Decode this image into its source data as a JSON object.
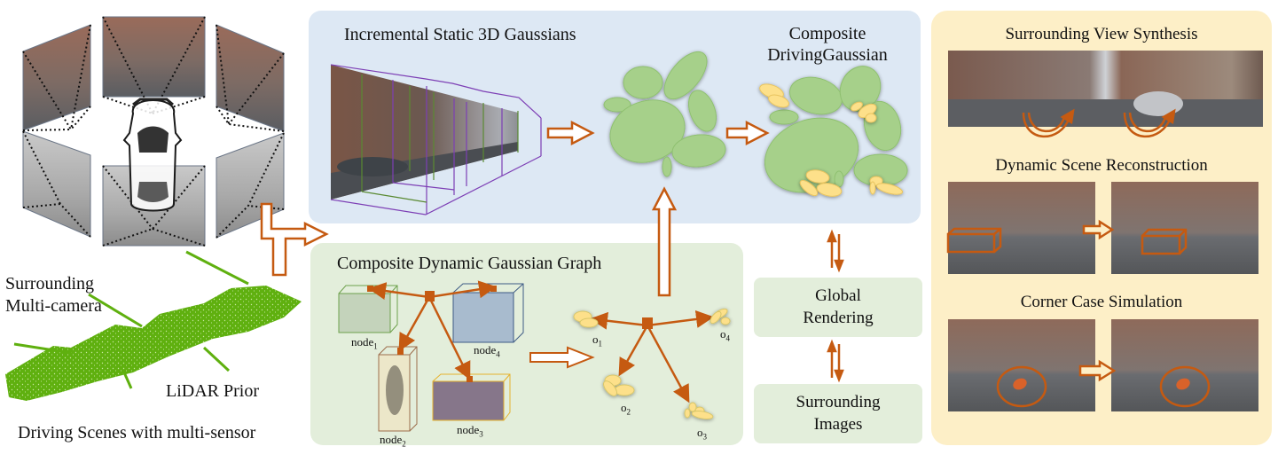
{
  "left_section": {
    "camera_label_line1": "Surrounding",
    "camera_label_line2": "Multi-camera",
    "lidar_label": "LiDAR Prior",
    "caption": "Driving Scenes with multi-sensor"
  },
  "static_panel": {
    "title": "Incremental Static 3D Gaussians",
    "composite_title_line1": "Composite",
    "composite_title_line2": "DrivingGaussian"
  },
  "dynamic_panel": {
    "title": "Composite Dynamic Gaussian Graph",
    "nodes": [
      {
        "name": "node",
        "sub": "1"
      },
      {
        "name": "node",
        "sub": "2"
      },
      {
        "name": "node",
        "sub": "3"
      },
      {
        "name": "node",
        "sub": "4"
      }
    ],
    "objects": [
      {
        "name": "o",
        "sub": "1"
      },
      {
        "name": "o",
        "sub": "2"
      },
      {
        "name": "o",
        "sub": "3"
      },
      {
        "name": "o",
        "sub": "4"
      }
    ]
  },
  "render_boxes": {
    "global_line1": "Global",
    "global_line2": "Rendering",
    "images_line1": "Surrounding",
    "images_line2": "Images"
  },
  "applications": {
    "items": [
      {
        "title": "Surrounding View Synthesis"
      },
      {
        "title": "Dynamic Scene Reconstruction"
      },
      {
        "title": "Corner Case Simulation"
      }
    ]
  },
  "colors": {
    "arrow": "#c55a11",
    "gaussian_green": "#a6d08a",
    "gaussian_yellow": "#fde08a",
    "lidar_green": "#5fb00f",
    "static_panel_bg": "#dde8f4",
    "dynamic_panel_bg": "#e3eedb",
    "app_panel_bg": "#fdefc7"
  }
}
